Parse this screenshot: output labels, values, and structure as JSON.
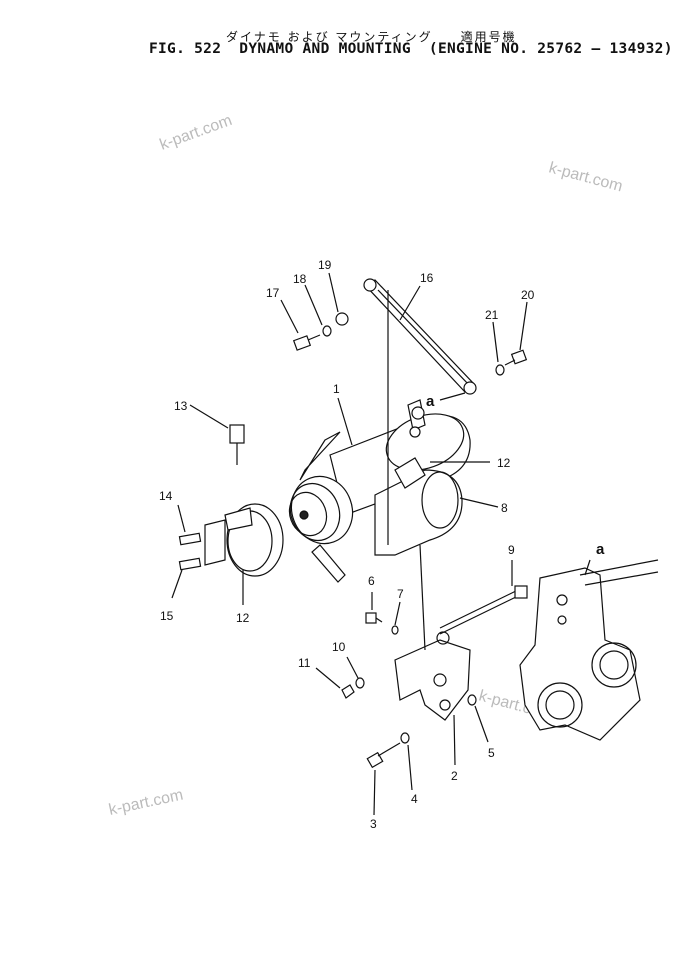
{
  "header": {
    "title_ja": "ダイナモ および マウンティング　　適用号機",
    "title_en": "FIG. 522  DYNAMO AND MOUNTING  (ENGINE NO. 25762 — 134932)"
  },
  "callouts": [
    "1",
    "2",
    "3",
    "4",
    "5",
    "6",
    "7",
    "8",
    "9",
    "10",
    "11",
    "12",
    "12",
    "13",
    "14",
    "15",
    "16",
    "17",
    "18",
    "19",
    "20",
    "21"
  ],
  "view_markers": [
    "a",
    "a"
  ],
  "watermarks": [
    "k-part.com",
    "k-part.com",
    "k-part.com",
    "k-part.com"
  ]
}
